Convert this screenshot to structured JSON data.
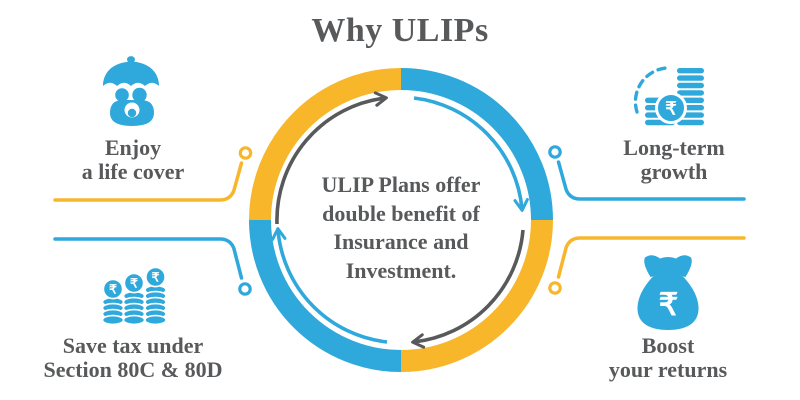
{
  "title": "Why ULIPs",
  "center_message": {
    "line1": "ULIP Plans offer",
    "line2": "double benefit of",
    "line3": "Insurance and",
    "line4": "Investment."
  },
  "features": {
    "life_cover": {
      "icon": "umbrella-family-icon",
      "line1": "Enjoy",
      "line2": "a life cover"
    },
    "save_tax": {
      "icon": "rupee-coin-stacks-icon",
      "line1": "Save tax under",
      "line2": "Section 80C & 80D"
    },
    "long_term_growth": {
      "icon": "growing-coins-icon",
      "line1": "Long-term",
      "line2": "growth"
    },
    "boost_returns": {
      "icon": "money-bag-icon",
      "line1": "Boost",
      "line2": "your returns"
    }
  },
  "icons": {
    "rupee": "₹"
  },
  "colors": {
    "blue": "#2FA8DC",
    "yellow": "#F8B62B",
    "text_gray": "#58595B"
  }
}
